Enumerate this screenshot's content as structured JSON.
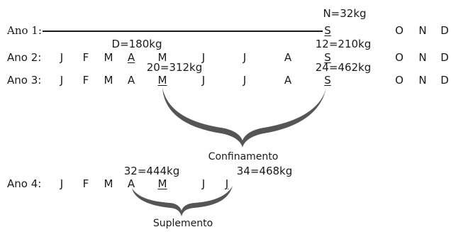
{
  "year1": {
    "label": "Ano 1:",
    "sep_annotation": "N=32kg",
    "months": [
      "S",
      "O",
      "N",
      "D"
    ]
  },
  "year2": {
    "label": "Ano 2:",
    "annotation_apr": "D=180kg",
    "annotation_sep": "12=210kg",
    "months": [
      "J",
      "F",
      "M",
      "A",
      "M",
      "J",
      "J",
      "A",
      "S",
      "O",
      "N",
      "D"
    ]
  },
  "year3": {
    "label": "Ano 3:",
    "annotation_may": "20=312kg",
    "annotation_sep": "24=462kg",
    "months": [
      "J",
      "F",
      "M",
      "A",
      "M",
      "J",
      "J",
      "A",
      "S",
      "O",
      "N",
      "D"
    ]
  },
  "year4": {
    "label": "Ano 4:",
    "annotation_may": "32=444kg",
    "annotation_jul": "34=468kg",
    "months": [
      "J",
      "F",
      "M",
      "A",
      "M",
      "J",
      "J"
    ]
  },
  "brace_labels": {
    "confinamento": "Confinamento",
    "suplemento": "Suplemento"
  },
  "colors": {
    "ink": "#1a1a1a",
    "brace_fill": "#555555"
  }
}
